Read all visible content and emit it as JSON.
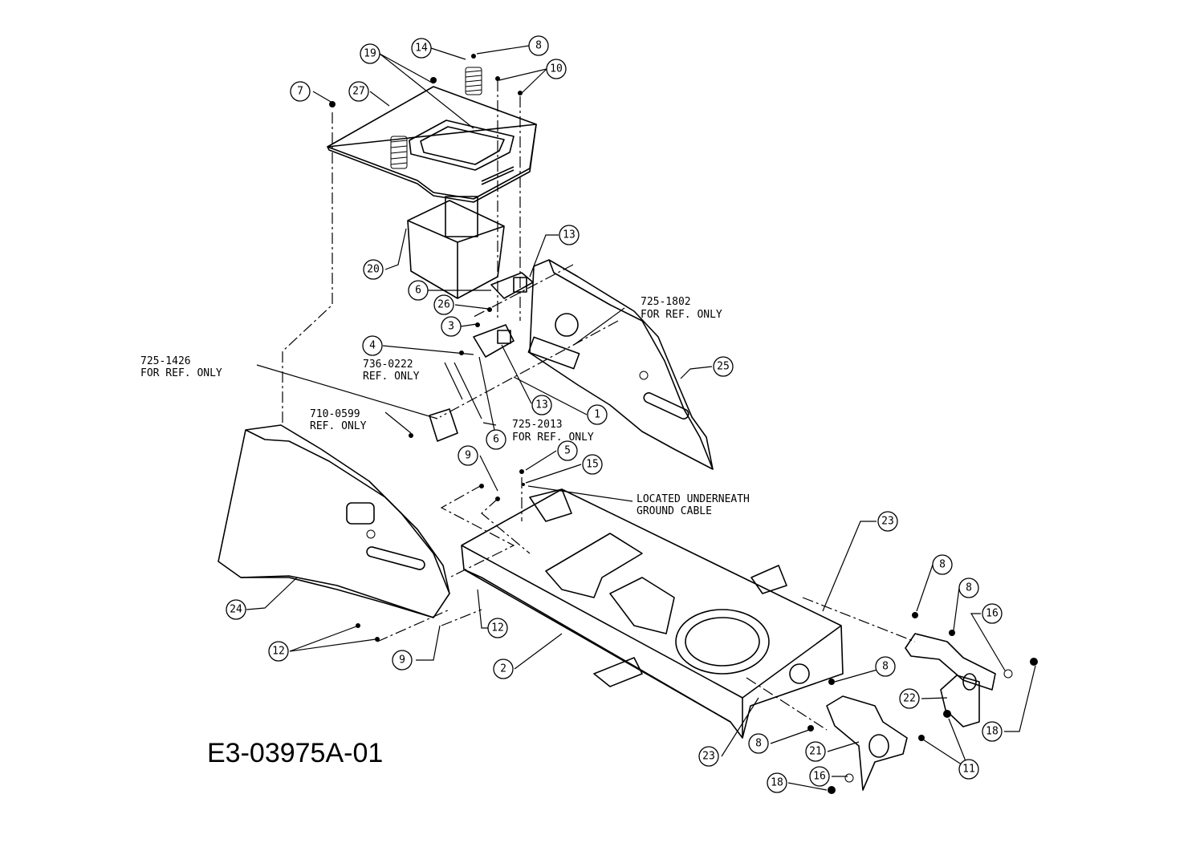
{
  "drawing_number": "E3-03975A-01",
  "callouts": [
    {
      "label": "14"
    },
    {
      "label": "8"
    },
    {
      "label": "19"
    },
    {
      "label": "10"
    },
    {
      "label": "7"
    },
    {
      "label": "27"
    },
    {
      "label": "20"
    },
    {
      "label": "13"
    },
    {
      "label": "6"
    },
    {
      "label": "26"
    },
    {
      "label": "3"
    },
    {
      "label": "4"
    },
    {
      "label": "25"
    },
    {
      "label": "13"
    },
    {
      "label": "1"
    },
    {
      "label": "6"
    },
    {
      "label": "9"
    },
    {
      "label": "5"
    },
    {
      "label": "15"
    },
    {
      "label": "23"
    },
    {
      "label": "8"
    },
    {
      "label": "8"
    },
    {
      "label": "16"
    },
    {
      "label": "24"
    },
    {
      "label": "12"
    },
    {
      "label": "12"
    },
    {
      "label": "9"
    },
    {
      "label": "2"
    },
    {
      "label": "8"
    },
    {
      "label": "22"
    },
    {
      "label": "11"
    },
    {
      "label": "18"
    },
    {
      "label": "8"
    },
    {
      "label": "23"
    },
    {
      "label": "21"
    },
    {
      "label": "16"
    },
    {
      "label": "18"
    }
  ],
  "notes": {
    "n725_1802": [
      "725-1802",
      "FOR REF. ONLY"
    ],
    "n725_1426": [
      "725-1426",
      "FOR REF. ONLY"
    ],
    "n736_0222": [
      "736-0222",
      "REF. ONLY"
    ],
    "n710_0599": [
      "710-0599",
      "REF. ONLY"
    ],
    "n725_2013": [
      "725-2013",
      "FOR REF. ONLY"
    ],
    "ground_cable": [
      "LOCATED UNDERNEATH",
      "GROUND CABLE"
    ]
  }
}
